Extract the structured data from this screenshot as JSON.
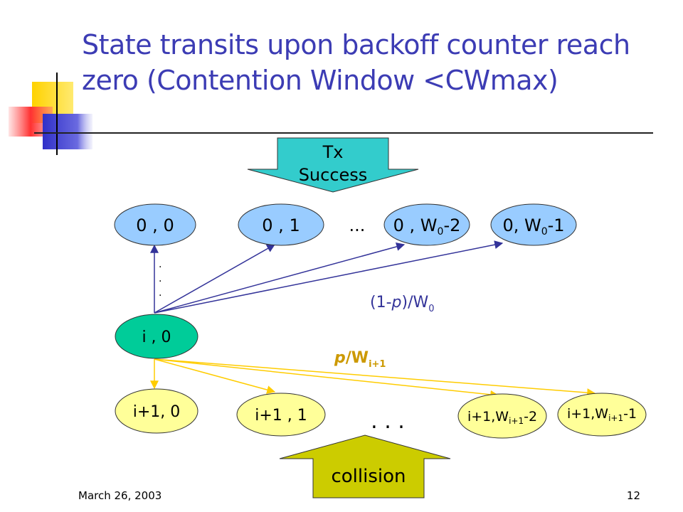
{
  "slide": {
    "title_line1": "State transits upon backoff counter reach",
    "title_line2": "zero (Contention Window <CWmax)",
    "footer_date": "March 26, 2003",
    "slide_number": "12"
  },
  "diagram": {
    "tx_success": {
      "line1": "Tx",
      "line2": "Success"
    },
    "collision": "collision",
    "top_states": {
      "s00": "0 , 0",
      "s01": "0 , 1",
      "ellipsis": "...",
      "s0w2_prefix": "0 , W",
      "s0w2_sub": "0",
      "s0w2_suffix": "-2",
      "s0w1_prefix": "0, W",
      "s0w1_sub": "0",
      "s0w1_suffix": "-1"
    },
    "middle_state": "i , 0",
    "bottom_states": {
      "b0": "i+1, 0",
      "b1": "i+1 , 1",
      "ellipsis": ". . .",
      "bw2_prefix": "i+1,W",
      "bw2_sub": "i+1",
      "bw2_suffix": "-2",
      "bw1_prefix": "i+1,W",
      "bw1_sub": "i+1",
      "bw1_suffix": "-1"
    },
    "labels": {
      "success_prob_prefix": "(1-",
      "success_prob_p": "p",
      "success_prob_mid": ")/W",
      "success_prob_sub": "0",
      "collision_prob_p": "p",
      "collision_prob_mid": "/W",
      "collision_prob_sub": "i+1"
    },
    "colors": {
      "title": "#3c3cb4",
      "state_blue": "#99ccff",
      "state_green": "#00cc99",
      "state_yellow": "#ffff99",
      "arrow_blue": "#333399",
      "arrow_yellow": "#ffcc00",
      "tx_success_fill": "#33cccc",
      "collision_fill": "#cccc00",
      "label_blue": "#333399",
      "label_orange": "#cc9900"
    }
  }
}
